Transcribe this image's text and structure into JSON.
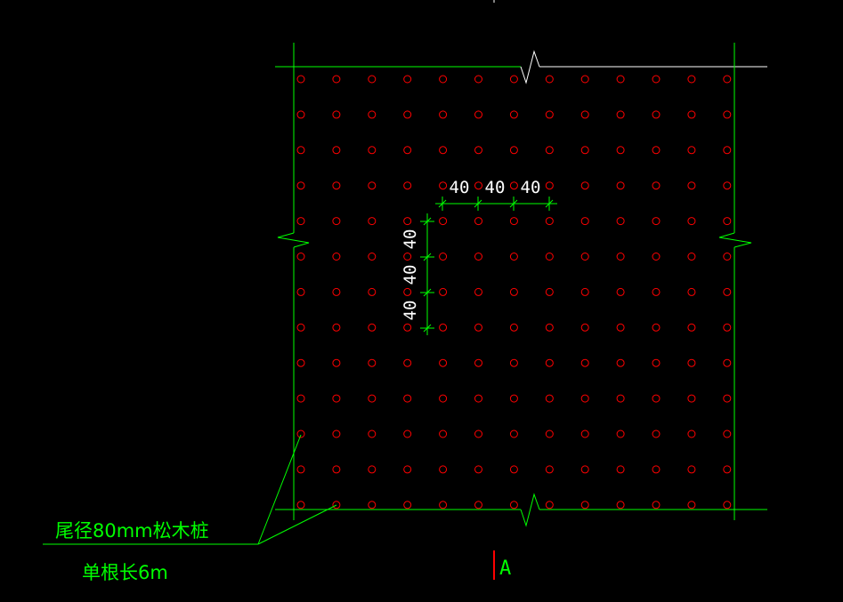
{
  "drawing": {
    "background": "#000000",
    "grid_color": "#00ff00",
    "pile_color": "#ff0000",
    "break_line_color": "#ffffff",
    "section_mark_color": "#ff0000",
    "pile_rows": 13,
    "pile_cols": 13,
    "pile_spacing_label": "40",
    "dim_horizontal": [
      "40",
      "40",
      "40"
    ],
    "dim_vertical": [
      "40",
      "40",
      "40"
    ],
    "leader_note_line1": "尾径80mm松木桩",
    "leader_note_line2": "单根长6m",
    "section_label": "A"
  }
}
